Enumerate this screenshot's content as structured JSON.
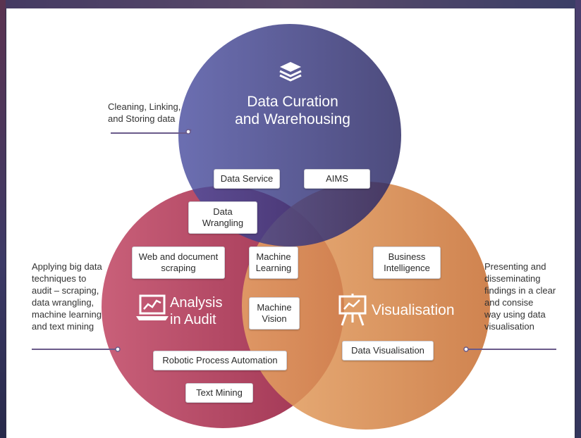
{
  "circles": {
    "top": {
      "title_line1": "Data Curation",
      "title_line2": "and Warehousing",
      "color": "#2f3071",
      "icon": "layers-icon"
    },
    "left": {
      "title_line1": "Analysis",
      "title_line2": "in Audit",
      "color": "#a8324f",
      "icon": "laptop-chart-icon"
    },
    "right": {
      "title": "Visualisation",
      "color": "#d98848",
      "icon": "presentation-board-icon"
    }
  },
  "boxes": {
    "data_service": "Data Service",
    "aims": "AIMS",
    "data_wrangling_1": "Data",
    "data_wrangling_2": "Wrangling",
    "web_scraping_1": "Web and document",
    "web_scraping_2": "scraping",
    "ml_1": "Machine",
    "ml_2": "Learning",
    "mv_1": "Machine",
    "mv_2": "Vision",
    "bi_1": "Business",
    "bi_2": "Intelligence",
    "rpa": "Robotic Process Automation",
    "text_mining": "Text Mining",
    "data_vis": "Data Visualisation"
  },
  "notes": {
    "top": [
      "Cleaning, Linking,",
      "and Storing data"
    ],
    "left": [
      "Applying big data",
      "techniques to",
      "audit – scraping,",
      "data wrangling,",
      "machine learning",
      "and text mining"
    ],
    "right": [
      "Presenting and",
      "disseminating",
      "findings in a clear",
      "and consise",
      "way using data",
      "visualisation"
    ]
  },
  "colors": {
    "connector": "#6a5a8a"
  }
}
